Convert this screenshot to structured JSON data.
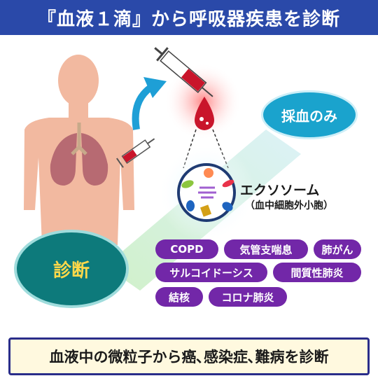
{
  "title": "『血液１滴』から呼吸器疾患を診断",
  "sampling_label": "採血のみ",
  "diagnosis_label": "診断",
  "exosome": {
    "label": "エクソソーム",
    "sub_label": "（血中細胞外小胞）"
  },
  "diseases": [
    "COPD",
    "気管支喘息",
    "肺がん",
    "サルコイドーシス",
    "間質性肺炎",
    "結核",
    "コロナ肺炎"
  ],
  "footer": "血液中の微粒子から癌､感染症､難病を診断",
  "colors": {
    "title_bg": "#2a49a9",
    "pill": "#7227a8",
    "sampling": "#1aa3cd",
    "diagnosis": "#0d7a7b",
    "diagnosis_text": "#ffd84a",
    "footer_bg": "#fff9df"
  },
  "icons": [
    "body-silhouette",
    "lungs-icon",
    "syringe-icon",
    "blood-drop-icon",
    "arrow-icon",
    "exosome-icon"
  ]
}
